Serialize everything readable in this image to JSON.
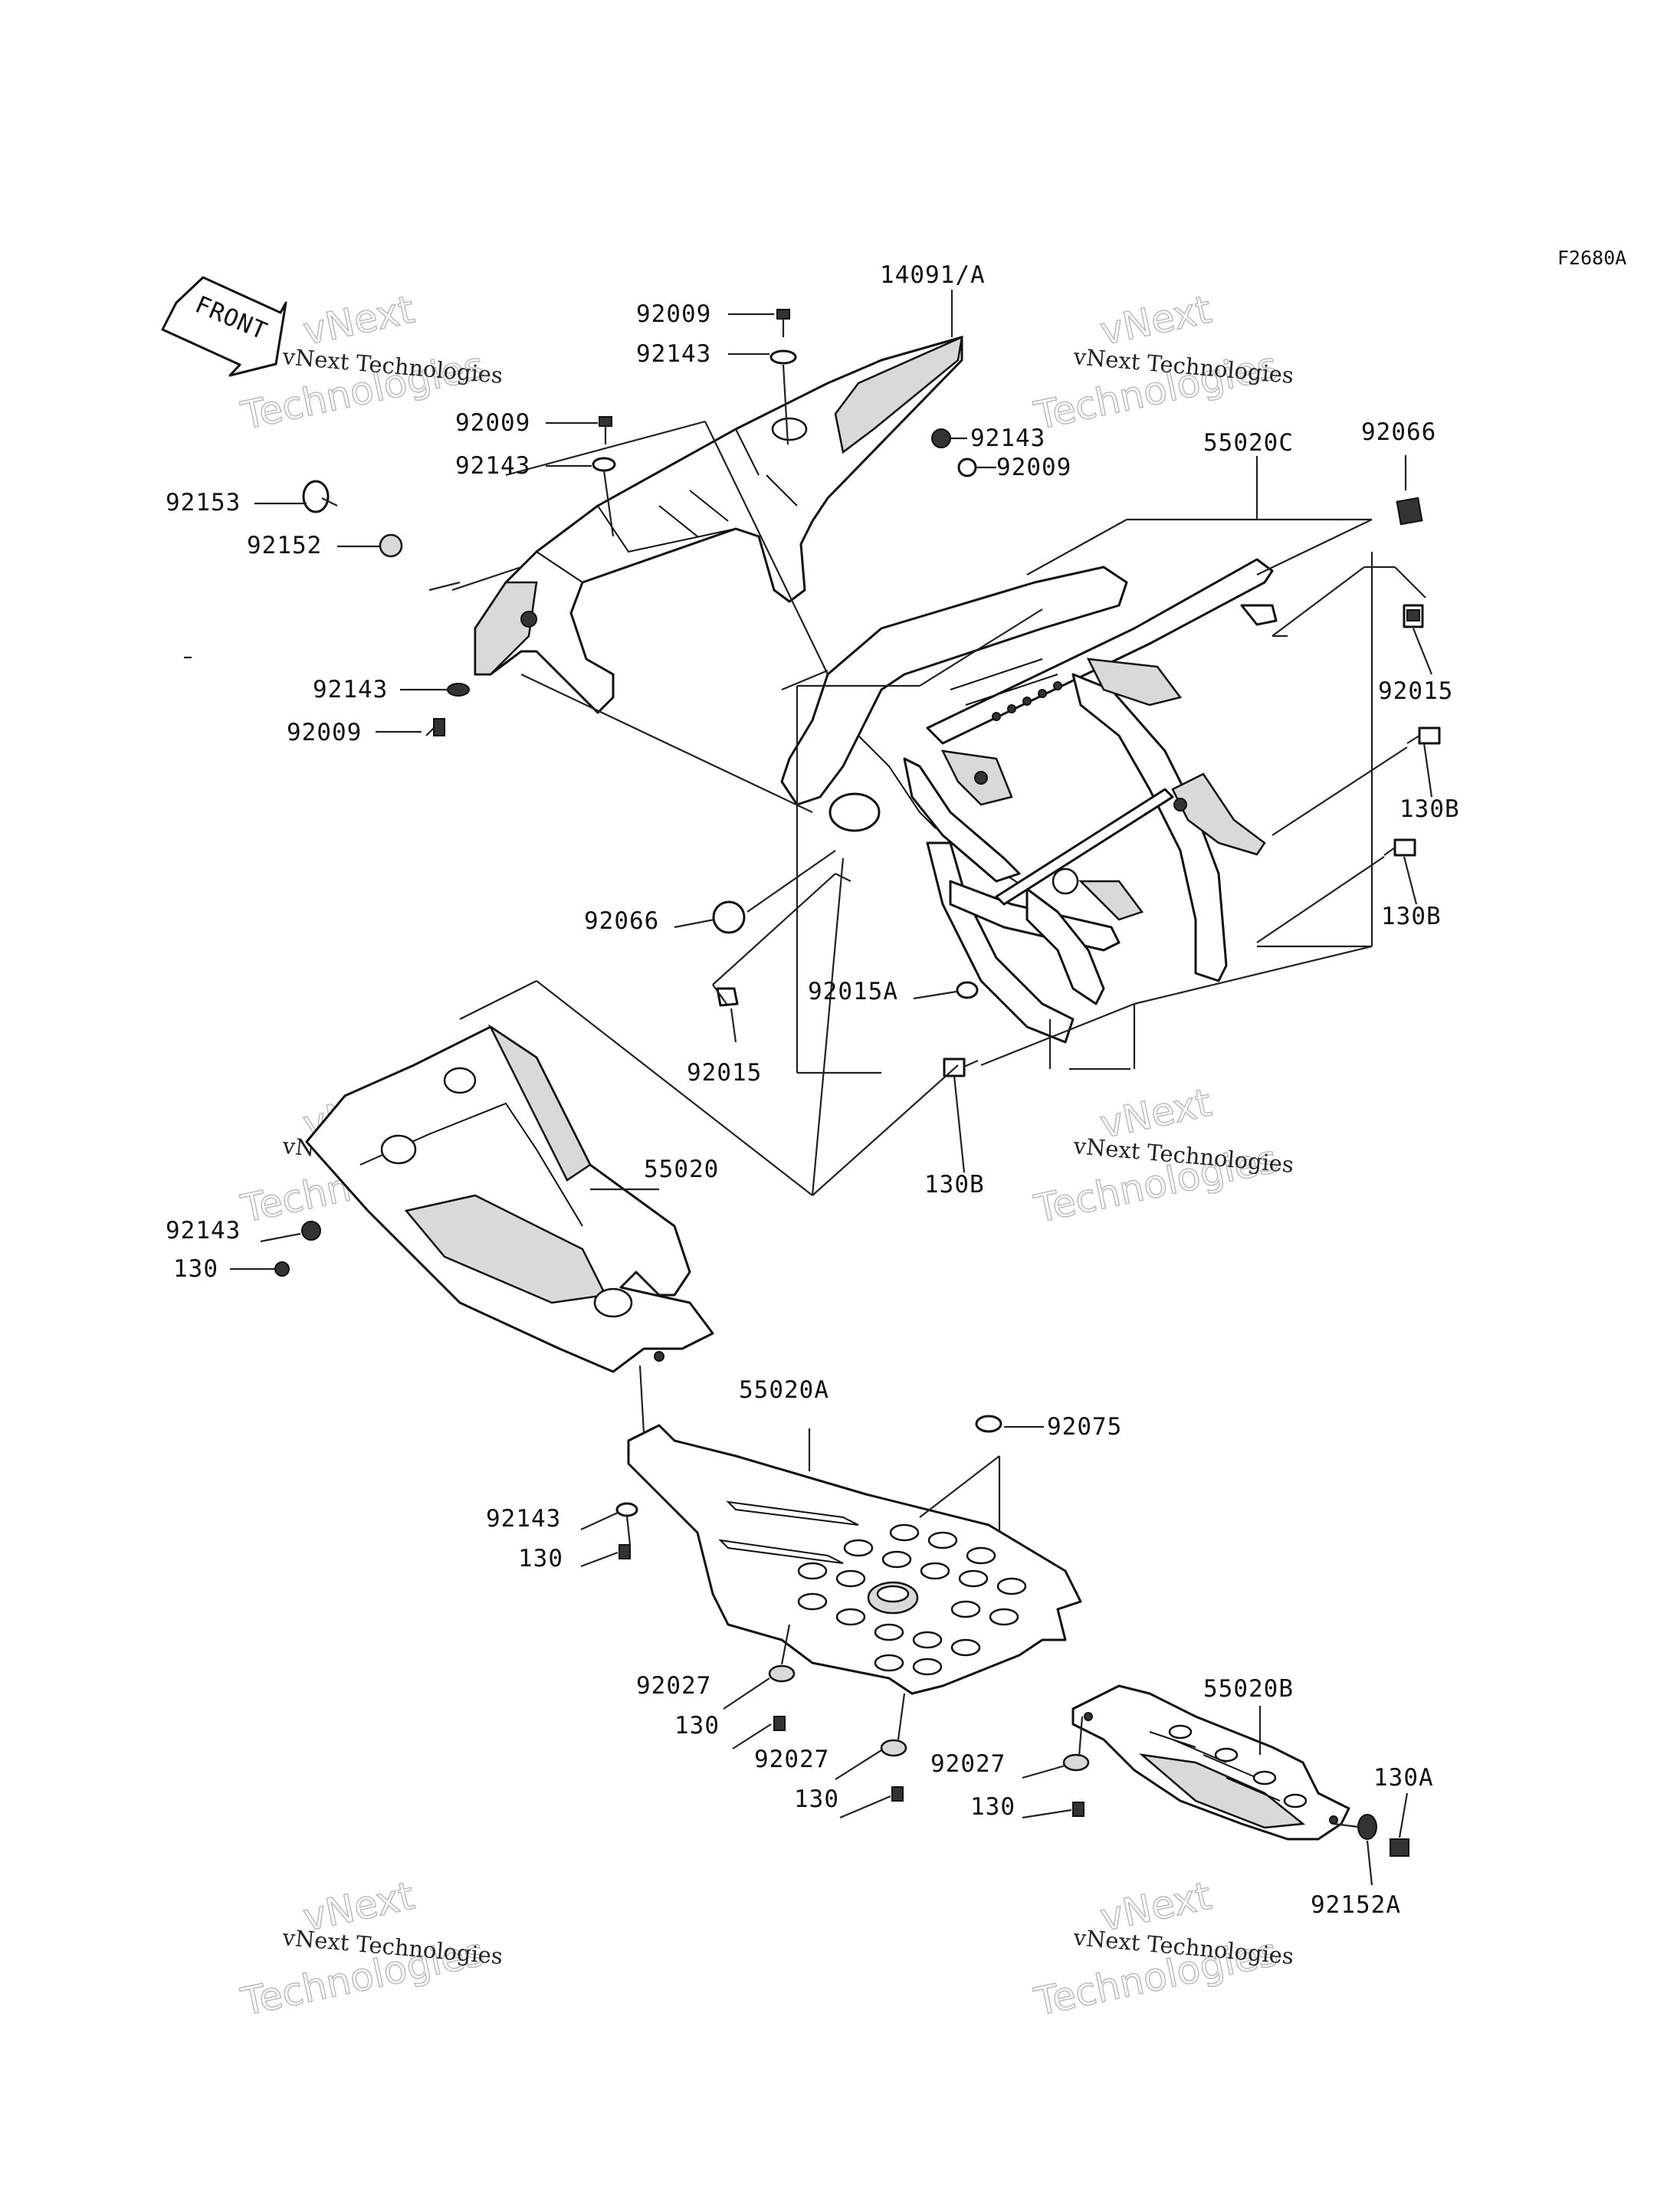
{
  "diagram_code": "F2680A",
  "front_arrow_label": "FRONT",
  "watermark": {
    "company": "vNext Technologies",
    "line1": "vNext",
    "line2": "Technologies"
  },
  "callouts": {
    "c14091A": "14091/A",
    "c92009_top": "92009",
    "c92143_top": "92143",
    "c92143_right": "92143",
    "c92009_right": "92009",
    "c92009_mid": "92009",
    "c92143_mid": "92143",
    "c92153": "92153",
    "c92152": "92152",
    "c92143_left": "92143",
    "c92009_left": "92009",
    "c55020C": "55020C",
    "c92066_top": "92066",
    "c92015_right": "92015",
    "c130B_1": "130B",
    "c130B_2": "130B",
    "c92066_bottom": "92066",
    "c92015A": "92015A",
    "c92015_bottom": "92015",
    "c130B_3": "130B",
    "c55020": "55020",
    "c92143_lower": "92143",
    "c130_lower": "130",
    "c55020A": "55020A",
    "c92075": "92075",
    "c92143_plate": "92143",
    "c130_plate": "130",
    "c92027_1": "92027",
    "c130_2": "130",
    "c92027_2": "92027",
    "c130_3": "130",
    "c55020B": "55020B",
    "c92027_3": "92027",
    "c130_4": "130",
    "c130A": "130A",
    "c92152A": "92152A"
  }
}
